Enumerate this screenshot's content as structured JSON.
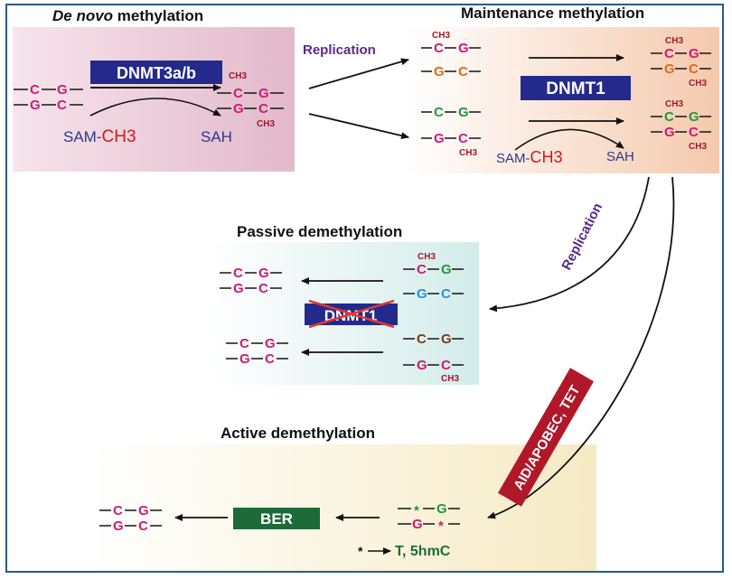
{
  "titles": {
    "de_novo_italic": "De novo",
    "de_novo_rest": " methylation",
    "maintenance": "Maintenance methylation",
    "passive": "Passive demethylation",
    "active": "Active demethylation"
  },
  "enzymes": {
    "dnmt3": "DNMT3a/b",
    "dnmt1": "DNMT1",
    "dnmt1_crossed": "DNMT1",
    "ber": "BER",
    "aid_tet": "AID/APOBEC, TET"
  },
  "cofactors": {
    "sam": "SAM-",
    "ch3_large": "CH3",
    "sah": "SAH"
  },
  "process_labels": {
    "replication_top": "Replication",
    "replication_side": "Replication"
  },
  "bases": {
    "C": "C",
    "G": "G",
    "methyl": "CH3",
    "star": "*"
  },
  "footnote": {
    "star": "*",
    "text": "T, 5hmC"
  },
  "colors": {
    "pink": "#d11a6e",
    "green": "#1f9a3a",
    "orange": "#e06a1a",
    "blue": "#2a8fd6",
    "brown": "#7a3a10",
    "methyl": "#9b1c2c",
    "navy": "#232a8c",
    "red_box": "#b0182a",
    "dark_green": "#1e6b3a",
    "purple": "#5a2a8a"
  }
}
